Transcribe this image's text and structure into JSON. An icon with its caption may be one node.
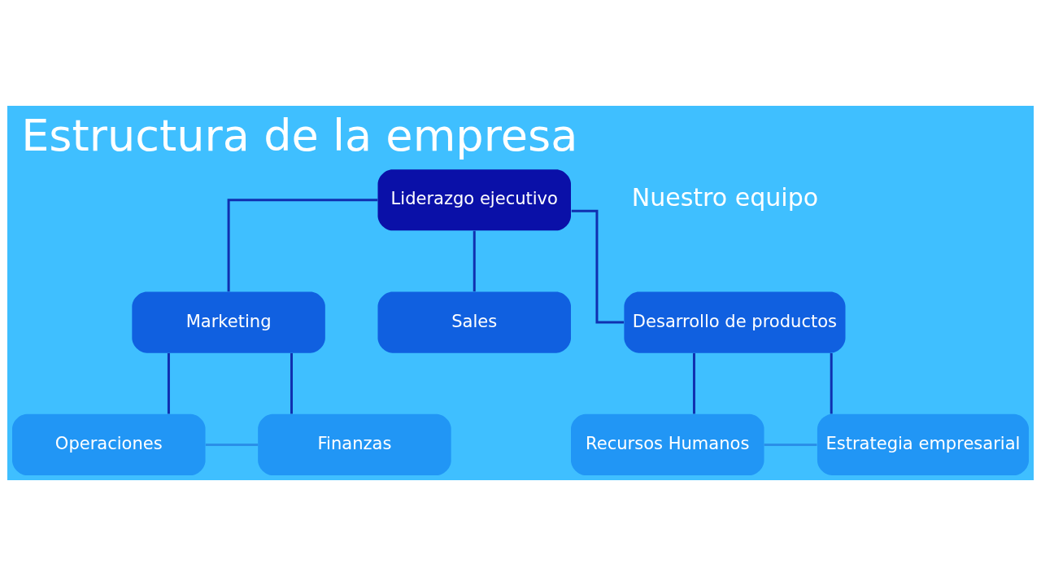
{
  "diagram": {
    "title": "Estructura de la empresa",
    "nodes": [
      {
        "text": [
          "Liderazgo ejecutivo"
        ]
      },
      {
        "text": [
          "Marketing"
        ]
      },
      {
        "text": [
          "Sales"
        ]
      },
      {
        "text": [
          "Desarrollo de productos"
        ]
      },
      {
        "text": [
          "Operaciones"
        ]
      },
      {
        "text": [
          "Finanzas"
        ]
      },
      {
        "text": [
          "Recursos Humanos"
        ]
      },
      {
        "text": [
          "Estrategia empresarial"
        ]
      }
    ],
    "edges": [
      {
        "from": 0,
        "to": 1,
        "arrow": "none"
      },
      {
        "from": 0,
        "to": 2,
        "arrow": "none"
      },
      {
        "from": 0,
        "to": 3,
        "arrow": "none"
      },
      {
        "from": 1,
        "to": 4,
        "arrow": "none"
      },
      {
        "from": 1,
        "to": 5,
        "arrow": "none"
      },
      {
        "from": 4,
        "to": 5,
        "arrow": "none",
        "color": "#2a8fe8"
      },
      {
        "from": 3,
        "to": 6,
        "arrow": "none"
      },
      {
        "from": 3,
        "to": 7,
        "arrow": "none"
      },
      {
        "from": 6,
        "to": 7,
        "arrow": "none",
        "color": "#2a8fe8"
      }
    ],
    "labels": [
      "Nuestro equipo"
    ]
  }
}
